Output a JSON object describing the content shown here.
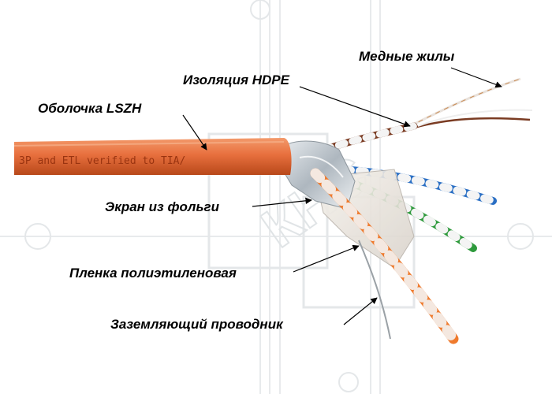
{
  "labels": {
    "copper": "Медные жилы",
    "insulation": "Изоляция HDPE",
    "sheath": "Оболочка LSZH",
    "foil": "Экран из фольги",
    "film": "Пленка полиэтиленовая",
    "ground": "Заземляющий проводник"
  },
  "cable_print": "3P and ETL verified to TIA/",
  "watermark": "КНС",
  "colors": {
    "sheath": "#e8703e",
    "sheath_dark": "#c9541f",
    "foil": "#b9c2c9",
    "pair_orange": "#ef7a2d",
    "pair_green": "#2e9a3c",
    "pair_blue": "#2a6fc4",
    "pair_brown": "#7a3b22",
    "white_stripe": "#f4f4f4",
    "copper": "#c98a52",
    "arrow": "#000000",
    "watermark": "#cfd4d8"
  }
}
